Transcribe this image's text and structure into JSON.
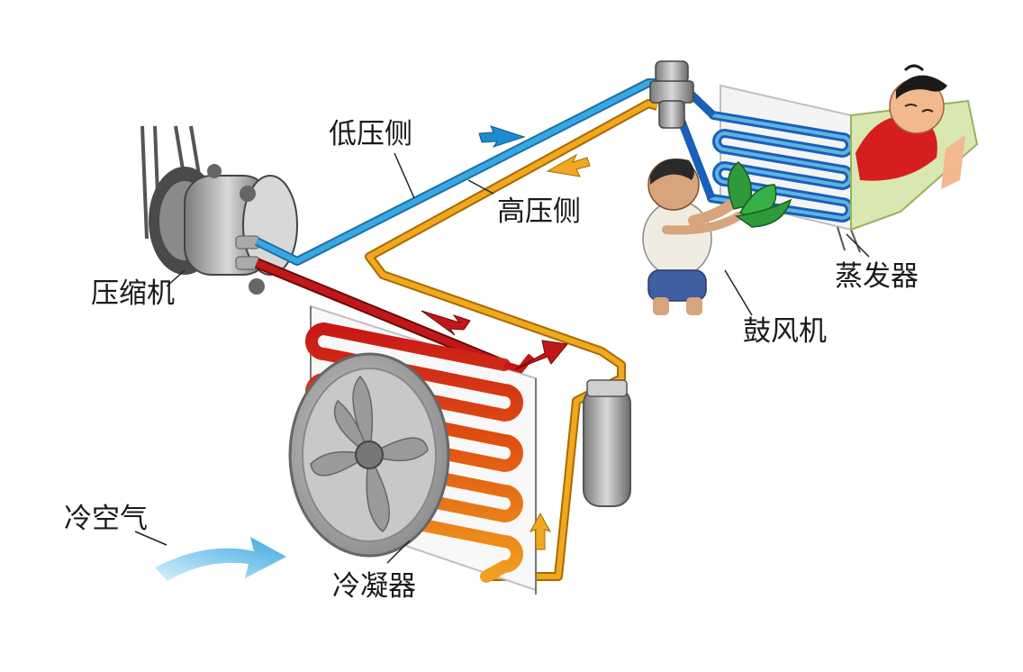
{
  "labels": {
    "low_side": "低压侧",
    "high_side": "高压侧",
    "compressor": "压缩机",
    "evaporator": "蒸发器",
    "blower": "鼓风机",
    "cold_air": "冷空气",
    "condenser": "冷凝器"
  },
  "colors": {
    "low_pressure_line": "#3aa8e0",
    "high_pressure_liquid_line": "#f0a820",
    "hot_gas_line": "#c01818",
    "evaporator_coil": "#1a60b8",
    "condenser_gradient": [
      "#c81818",
      "#f0a020"
    ],
    "cold_air_arrow": "#6ec8f0"
  },
  "icons": [
    "compressor-icon",
    "condenser-fan-icon",
    "receiver-drier-icon",
    "expansion-valve-icon",
    "blower-boy-icon",
    "sleeping-person-icon",
    "cold-air-arrow-icon"
  ]
}
